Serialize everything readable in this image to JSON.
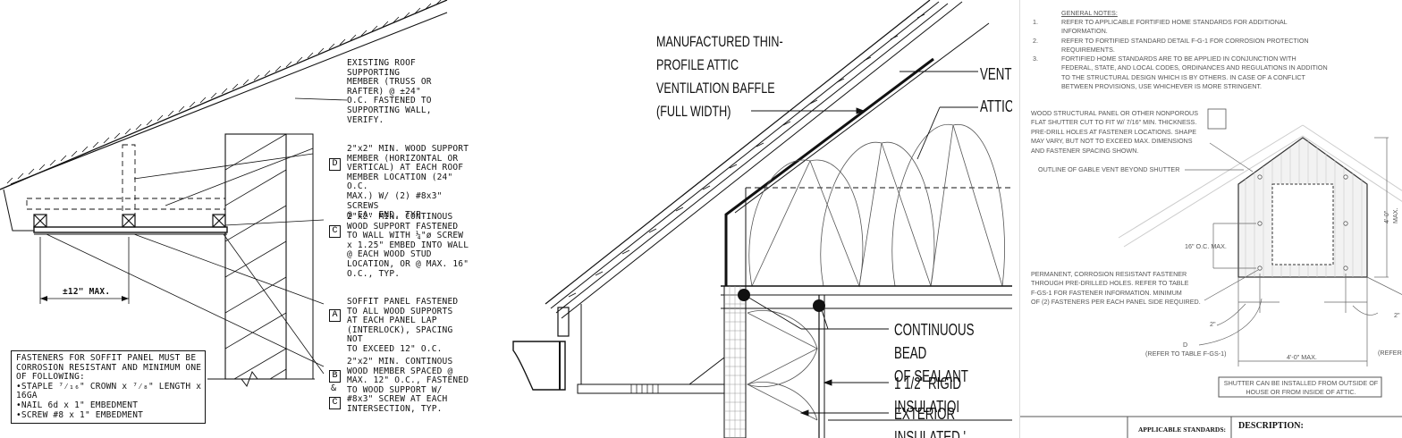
{
  "panel1": {
    "note_existing": "EXISTING ROOF\nSUPPORTING\nMEMBER (TRUSS OR\nRAFTER) @ ±24\"\nO.C. FASTENED TO\nSUPPORTING WALL,\nVERIFY.",
    "tag_d": "D",
    "note_d": "2\"x2\" MIN. WOOD SUPPORT\nMEMBER (HORIZONTAL OR\nVERTICAL) AT EACH ROOF\nMEMBER LOCATION (24\" O.C.\nMAX.) W/ (2) #8x3\" SCREWS\n@ EA. END, TYP.",
    "tag_c1": "C",
    "note_c": "2\"x2\" MIN. CONTINOUS\nWOOD SUPPORT FASTENED\nTO WALL WITH ¼\"ø SCREW\nx 1.25\" EMBED INTO WALL\n@ EACH WOOD STUD\nLOCATION, OR @ MAX. 16\"\nO.C., TYP.",
    "tag_a": "A",
    "note_a": "SOFFIT PANEL FASTENED\nTO ALL WOOD SUPPORTS\nAT EACH PANEL LAP\n(INTERLOCK), SPACING NOT\nTO EXCEED 12\" O.C.",
    "tag_b": "B",
    "tag_amp": "&",
    "tag_c2": "C",
    "note_bc": "2\"x2\" MIN. CONTINOUS\nWOOD MEMBER SPACED @\nMAX. 12\" O.C., FASTENED\nTO WOOD SUPPORT W/\n#8x3\" SCREW AT EACH\nINTERSECTION, TYP.",
    "dim_label": "±12\" MAX.",
    "fasteners": "FASTENERS FOR SOFFIT PANEL MUST BE\nCORROSION RESISTANT AND MINIMUM ONE\nOF FOLLOWING:\n •STAPLE ⁷⁄₁₆\" CROWN x ⁷⁄₈\" LENGTH x\n  16GA\n •NAIL 6d x 1\" EMBEDMENT\n •SCREW #8 x 1\" EMBEDMENT"
  },
  "panel2": {
    "baffle": "MANUFACTURED THIN-\nPROFILE ATTIC\nVENTILATION BAFFLE\n(FULL WIDTH)",
    "vent": "VENTI",
    "attic": "ATTIC",
    "sealant": "CONTINUOUS BEAD\nOF SEALANT",
    "rigid": "1 1/2\" RIGID INSULATIOI",
    "exterior": "EXTERIOR INSULATED '"
  },
  "panel3": {
    "general_title": "GENERAL NOTES:",
    "notes": [
      {
        "num": "1.",
        "text": "REFER TO APPLICABLE FORTIFIED HOME STANDARDS FOR ADDITIONAL\nINFORMATION."
      },
      {
        "num": "2.",
        "text": "REFER TO FORTIFIED STANDARD DETAIL F-G-1 FOR CORROSION PROTECTION\nREQUIREMENTS."
      },
      {
        "num": "3.",
        "text": "FORTIFIED HOME STANDARDS ARE TO BE APPLIED IN CONJUNCTION WITH\nFEDERAL, STATE, AND LOCAL CODES, ORDINANCES AND REGULATIONS IN ADDITION\nTO THE STRUCTURAL DESIGN WHICH IS BY OTHERS. IN CASE OF A CONFLICT\nBETWEEN PROVISIONS, USE WHICHEVER IS MORE STRINGENT."
      }
    ],
    "panel_note": "WOOD STRUCTURAL PANEL OR OTHER NONPOROUS\nFLAT SHUTTER CUT TO FIT W/ 7/16\" MIN. THICKNESS.\nPRE-DRILL HOLES AT FASTENER LOCATIONS. SHAPE\nMAY VARY, BUT NOT TO EXCEED MAX. DIMENSIONS\nAND FASTENER SPACING SHOWN.",
    "outline_note": "OUTLINE OF GABLE VENT BEYOND SHUTTER",
    "spacing_label": "16\" O.C. MAX.",
    "height_label": "4'-0\" MAX.",
    "fastener_note": "PERMANENT, CORROSION RESISTANT FASTENER\nTHROUGH PRE-DRILLED HOLES. REFER TO TABLE\nF-GS-1 FOR FASTENER INFORMATION. MINIMUM\nOF (2) FASTENERS PER EACH PANEL SIDE REQUIRED.",
    "edge_left": "2\"",
    "edge_right": "2\"",
    "d_label": "D",
    "d_ref": "(REFER TO TABLE F-GS-1)",
    "width_label": "4'-0\" MAX.",
    "refer_cut": "(REFER",
    "install_note": "SHUTTER CAN BE INSTALLED FROM OUTSIDE OF\nHOUSE OR FROM INSIDE OF ATTIC.",
    "applicable": "APPLICABLE STANDARDS:",
    "description": "DESCRIPTION:"
  }
}
